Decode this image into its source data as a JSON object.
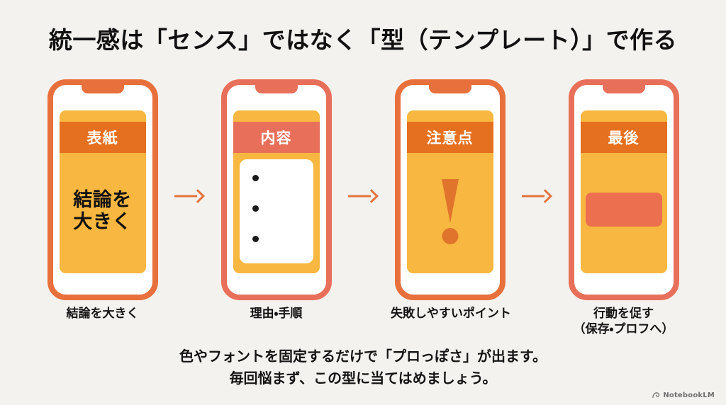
{
  "slide": {
    "title": "統一感は「センス」ではなく「型（テンプレート）」で作る",
    "background_color": "#f4f2ee"
  },
  "colors": {
    "orange_frame": "#e8703c",
    "coral_frame": "#e8705a",
    "header_orange": "#e5701f",
    "header_coral": "#e8705a",
    "screen_body_yellow": "#f7b740",
    "arrow_orange": "#e2743c",
    "cta_coral": "#ec6f4f",
    "exclaim_orange": "#e0742c",
    "text_black": "#141414"
  },
  "phones": [
    {
      "id": "cover",
      "frame_color": "#e8703c",
      "header_label": "表紙",
      "header_color": "#e5701f",
      "content_type": "headline",
      "headline_lines": [
        "結論を",
        "大きく"
      ],
      "caption": "結論を大きく",
      "caption_line2": ""
    },
    {
      "id": "content",
      "frame_color": "#e8705a",
      "header_label": "内容",
      "header_color": "#e8705a",
      "content_type": "bullet-card",
      "bullet_count": 3,
      "caption": "理由・手順",
      "caption_line2": ""
    },
    {
      "id": "caution",
      "frame_color": "#e8703c",
      "header_label": "注意点",
      "header_color": "#e5701f",
      "content_type": "exclamation",
      "caption": "失敗しやすいポイント",
      "caption_line2": ""
    },
    {
      "id": "final",
      "frame_color": "#e8705a",
      "header_label": "最後",
      "header_color": "#e5701f",
      "content_type": "cta-block",
      "caption": "行動を促す",
      "caption_line2": "（保存・プロフへ）"
    }
  ],
  "arrows": [
    {
      "label": "arrow-1",
      "direction": "right"
    },
    {
      "label": "arrow-2",
      "direction": "right"
    },
    {
      "label": "arrow-3",
      "direction": "right"
    }
  ],
  "footer": {
    "line1": "色やフォントを固定するだけで「プロっぽさ」が出ます。",
    "line2": "毎回悩まず、この型に当てはめましょう。"
  },
  "watermark": {
    "label": "NotebookLM",
    "icon": "notebooklm-spark-icon"
  }
}
